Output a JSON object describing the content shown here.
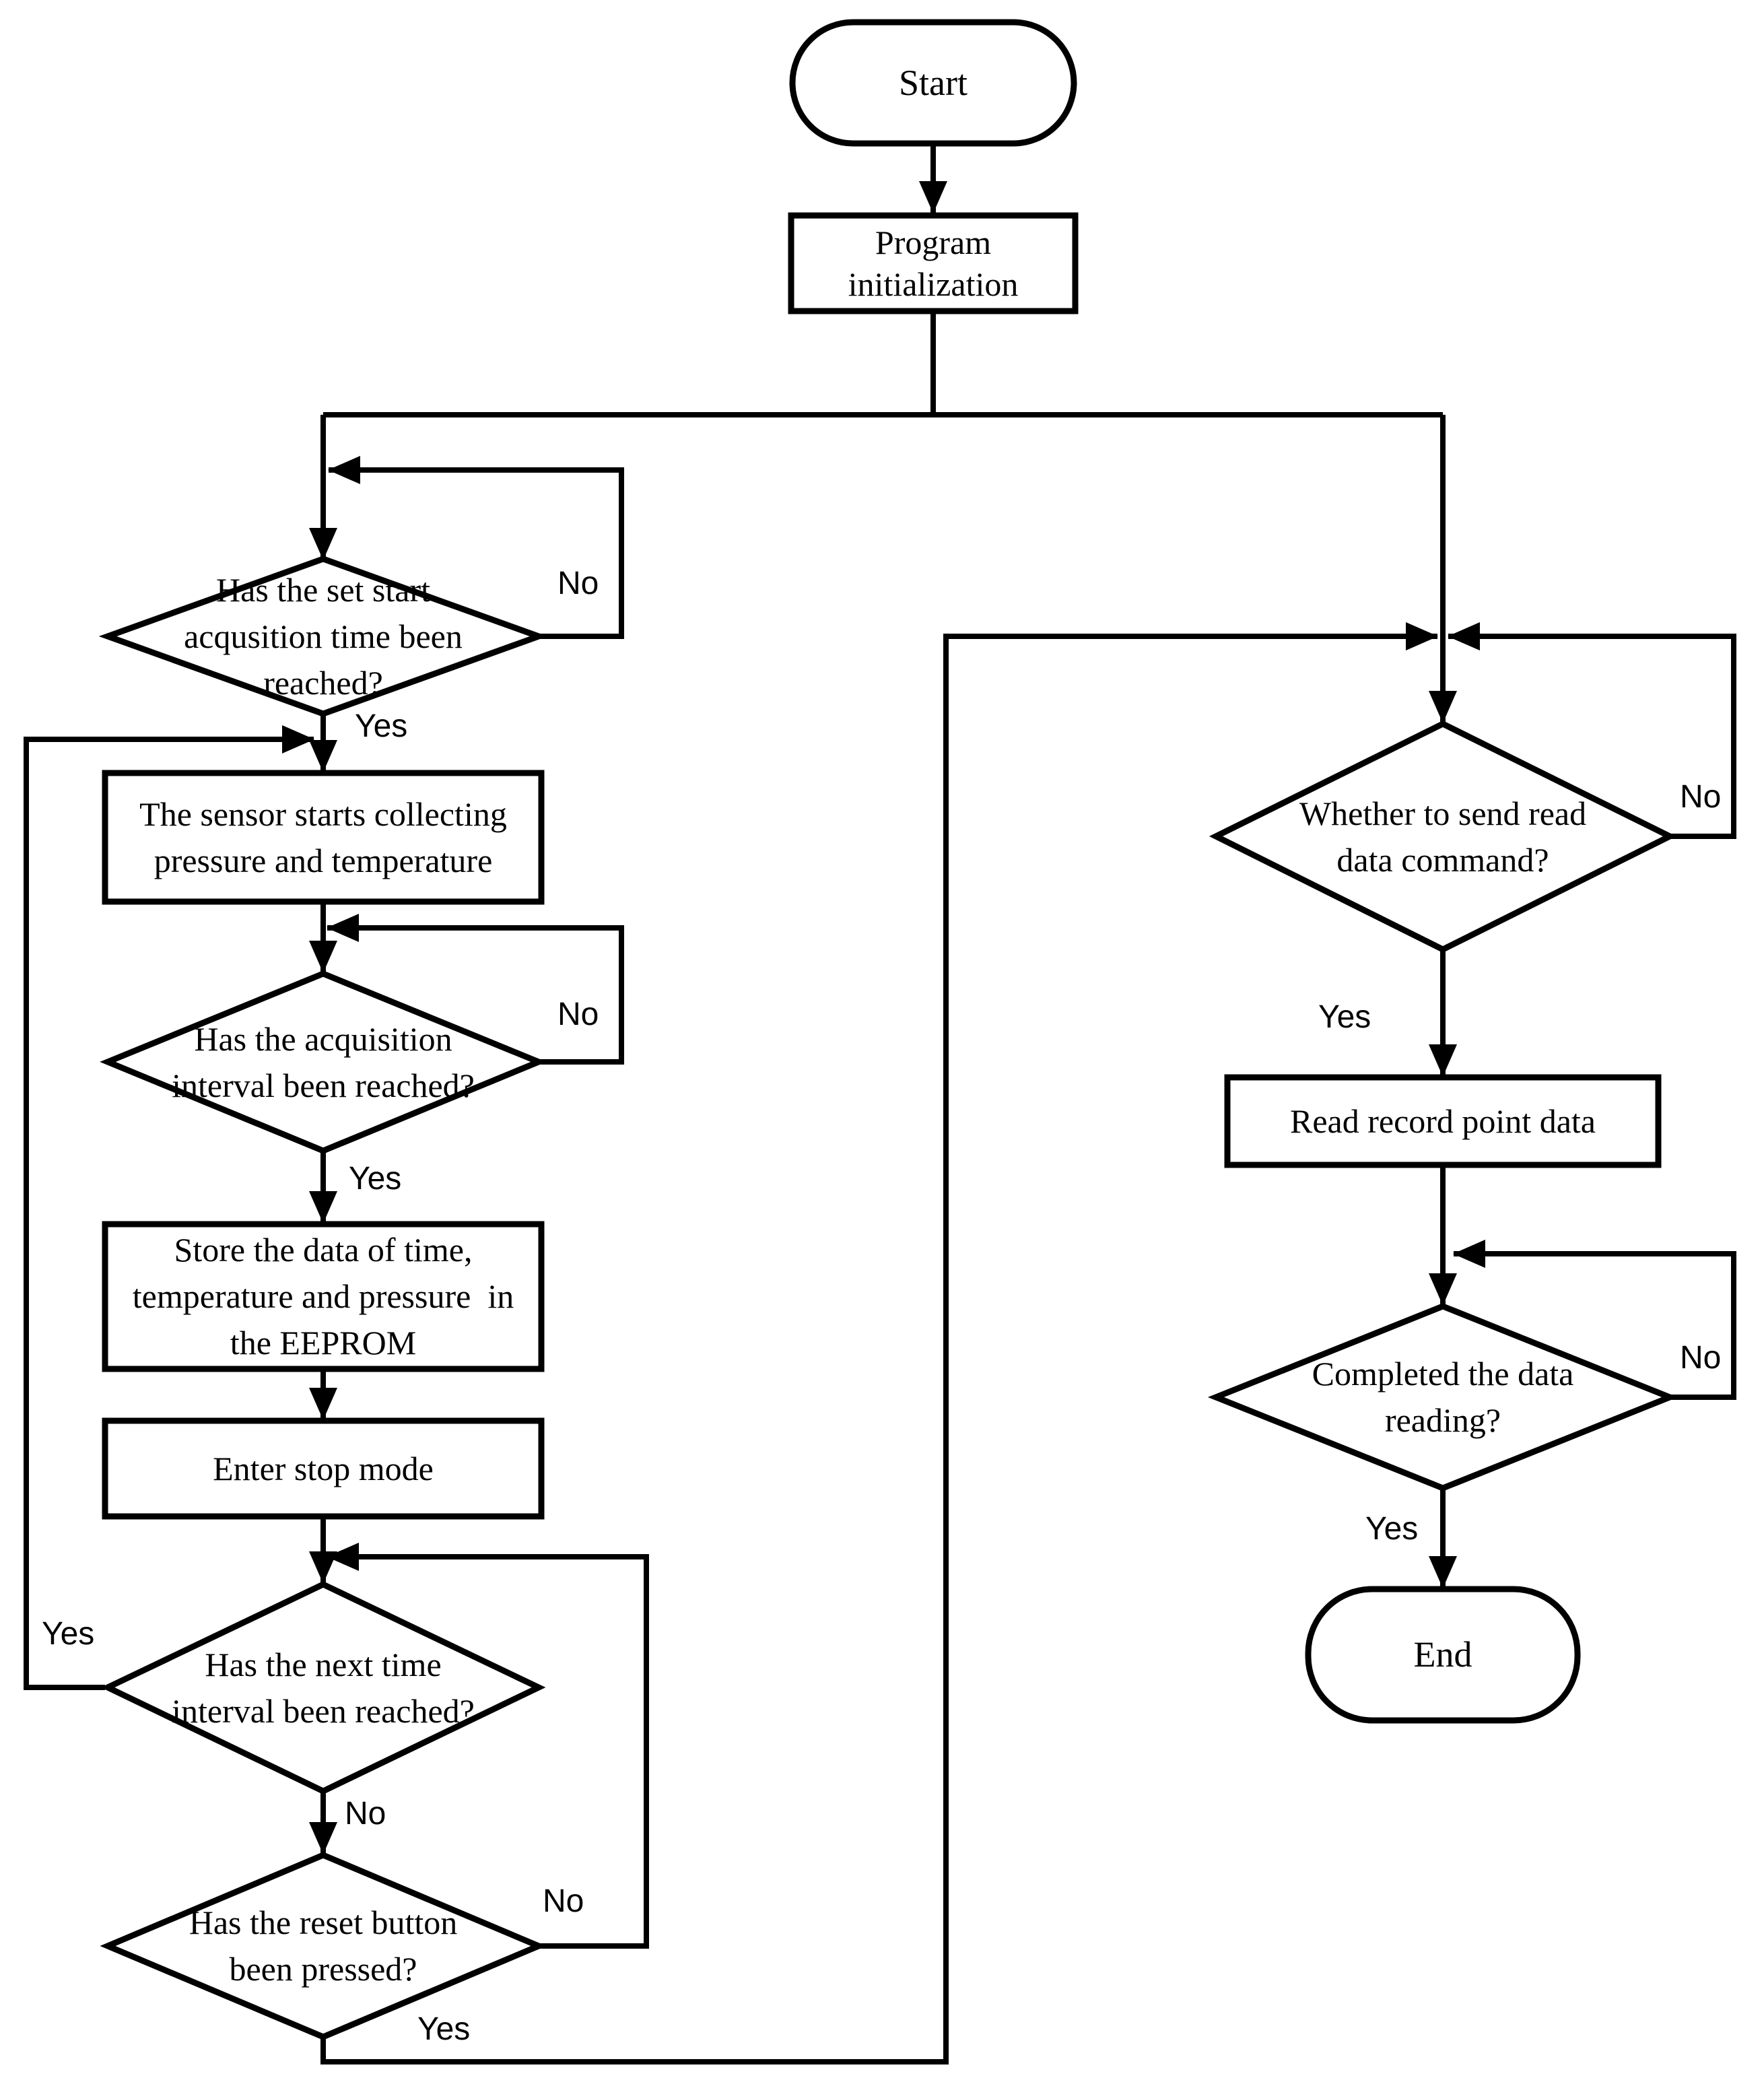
{
  "diagram": {
    "type": "flowchart",
    "colors": {
      "stroke": "#000000",
      "background": "#ffffff"
    }
  },
  "nodes": {
    "start": {
      "label": "Start"
    },
    "program_init": {
      "label": "Program\ninitialization"
    },
    "check_start_time": {
      "label": "Has the set start\nacqusition time been\nreached?"
    },
    "sensor_collect": {
      "label": "The sensor starts collecting\npressure and temperature"
    },
    "check_interval": {
      "label": "Has the acquisition\ninterval been reached?"
    },
    "store_data": {
      "label": "Store the data of time,\ntemperature and pressure  in\nthe EEPROM"
    },
    "enter_stop": {
      "label": "Enter stop mode"
    },
    "check_next_interval": {
      "label": "Has the next time\ninterval been reached?"
    },
    "check_reset": {
      "label": "Has the reset button\nbeen pressed?"
    },
    "check_send": {
      "label": "Whether to send read\ndata command?"
    },
    "read_data": {
      "label": "Read record point data"
    },
    "check_complete": {
      "label": "Completed the data\nreading?"
    },
    "end": {
      "label": "End"
    }
  },
  "edge_labels": {
    "start_time_no": "No",
    "start_time_yes": "Yes",
    "interval_no": "No",
    "interval_yes": "Yes",
    "next_interval_yes": "Yes",
    "next_interval_no": "No",
    "reset_no": "No",
    "reset_yes": "Yes",
    "send_no": "No",
    "send_yes": "Yes",
    "completed_no": "No",
    "completed_yes": "Yes"
  }
}
